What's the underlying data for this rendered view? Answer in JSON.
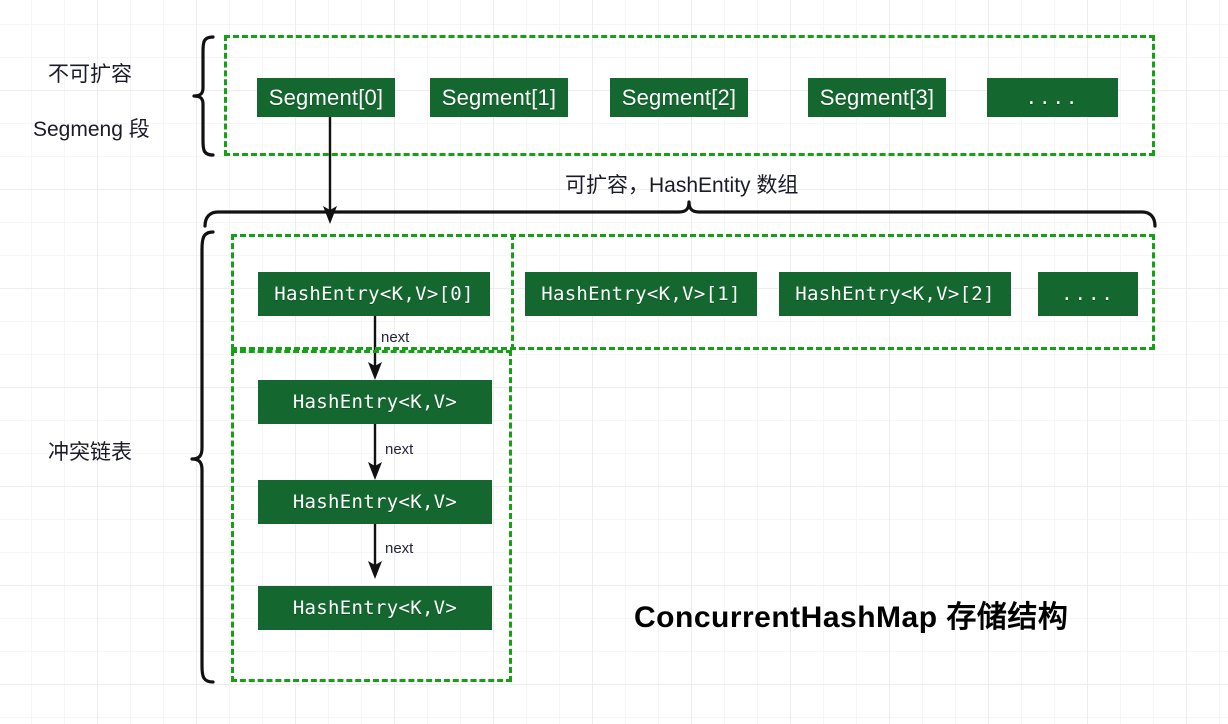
{
  "diagram": {
    "title": "ConcurrentHashMap 存储结构",
    "colors": {
      "box_fill": "#14682f",
      "box_text": "#ffffff",
      "dashed_border": "#15a015",
      "arrow": "#111111",
      "grid": "#ededed",
      "background": "#ffffff"
    }
  },
  "labels": {
    "segment_group_line1": "不可扩容",
    "segment_group_line2": "Segmeng 段",
    "array_group": "可扩容，HashEntity 数组",
    "chain_group": "冲突链表"
  },
  "segments": [
    {
      "label": "Segment[0]"
    },
    {
      "label": "Segment[1]"
    },
    {
      "label": "Segment[2]"
    },
    {
      "label": "Segment[3]"
    },
    {
      "label": "...."
    }
  ],
  "hash_entry_array": [
    {
      "label": "HashEntry<K,V>[0]"
    },
    {
      "label": "HashEntry<K,V>[1]"
    },
    {
      "label": "HashEntry<K,V>[2]"
    },
    {
      "label": "...."
    }
  ],
  "collision_chain": {
    "nodes": [
      {
        "label": "HashEntry<K,V>"
      },
      {
        "label": "HashEntry<K,V>"
      },
      {
        "label": "HashEntry<K,V>"
      }
    ],
    "link_labels": [
      "next",
      "next",
      "next"
    ]
  }
}
